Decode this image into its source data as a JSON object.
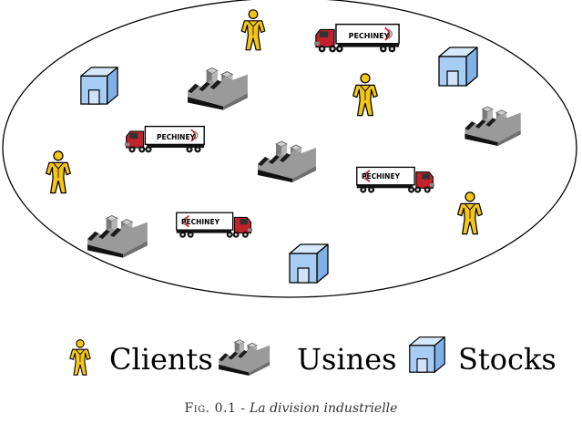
{
  "diagram": {
    "truck_brand": "PECHINEY",
    "colors": {
      "client_fill": "#f5c518",
      "factory_dark": "#1a1a1a",
      "factory_gray": "#8a8a8a",
      "stock_front": "#a8cdf5",
      "truck_cab": "#c0232c",
      "outline": "#000000"
    }
  },
  "legend": {
    "clients_label": "Clients",
    "usines_label": "Usines",
    "stocks_label": "Stocks"
  },
  "caption": {
    "prefix": "Fig. 0.1 -",
    "title": "La division industrielle"
  }
}
